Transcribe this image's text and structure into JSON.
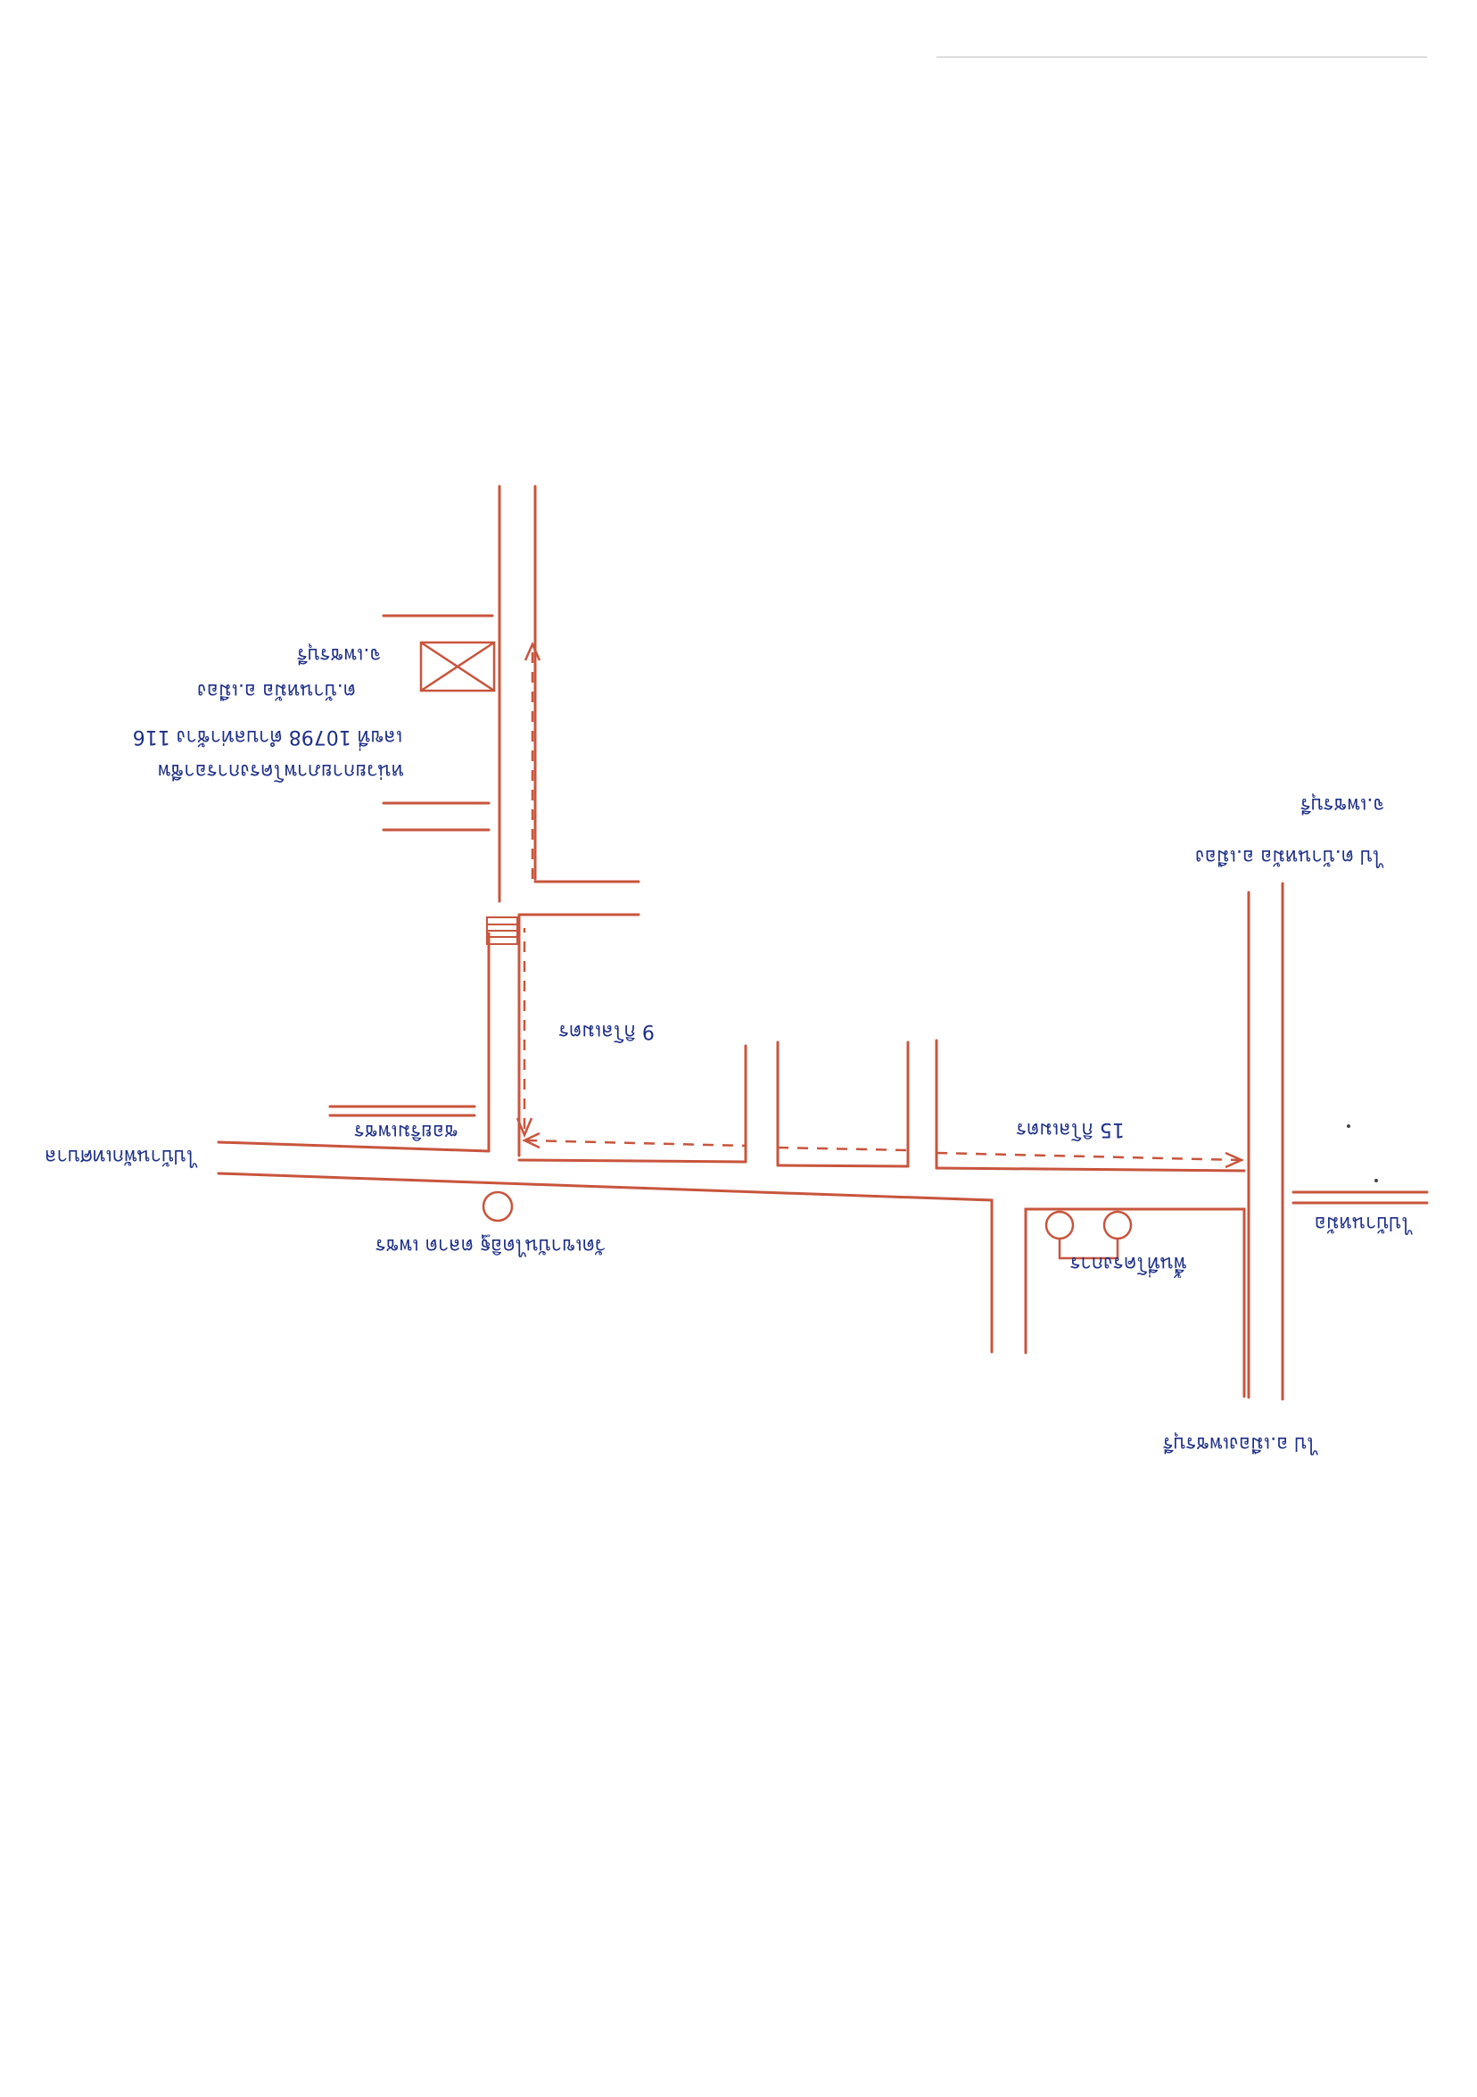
{
  "labels": {
    "cross_road_left": "ไปบ้านพักเทศบาล",
    "lane_rim_pet": "ซอยริมเพชร",
    "temple_market": "วัดเขาบันไดอิฐ ตลาด เพชร",
    "route_9_km": "9 กิโลเมตร",
    "route_15_km": "15 กิโลเมตร",
    "project_site": "พื้นที่โครงการ",
    "office_line_1": "หน่วยกายภาพโครงการอาชีพ",
    "office_line_2": "เลขที่ 10798 ตำบลท่าช้าง 116",
    "office_line_3": "ต.บ้านหม้อ อ.เมือง",
    "office_line_4": "จ.เพชรบุรี",
    "to_right_road": "ไป ต.บ้านหม้อ อ.เมือง",
    "to_right_road_2": "จ.เพชรบุรี",
    "right_lane": "ไปบ้านหม้อ",
    "bottom_right": "ไป อ.เมืองเพชรบุรี"
  },
  "colors": {
    "ink_red": "#c8553d",
    "ink_blue": "#1e2f88",
    "paper": "#ffffff"
  },
  "icons": [
    "site-box-icon",
    "landmark-circle-icon",
    "stairs-icon",
    "project-site-circles-icon"
  ]
}
